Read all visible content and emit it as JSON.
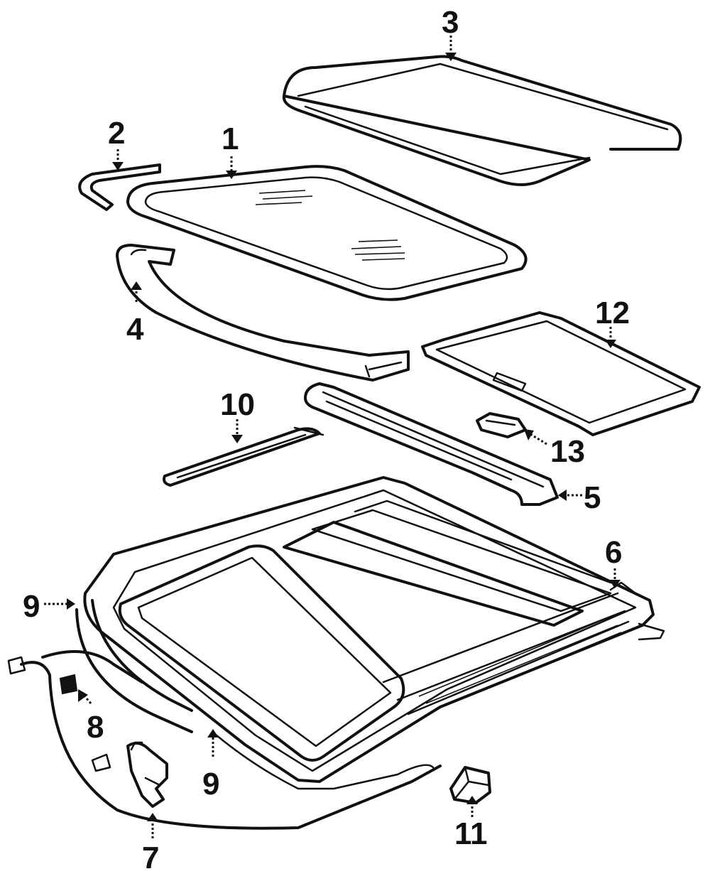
{
  "callouts": [
    {
      "id": "1",
      "label": "1"
    },
    {
      "id": "2",
      "label": "2"
    },
    {
      "id": "3",
      "label": "3"
    },
    {
      "id": "4",
      "label": "4"
    },
    {
      "id": "5",
      "label": "5"
    },
    {
      "id": "6",
      "label": "6"
    },
    {
      "id": "7",
      "label": "7"
    },
    {
      "id": "8",
      "label": "8"
    },
    {
      "id": "9a",
      "label": "9"
    },
    {
      "id": "9b",
      "label": "9"
    },
    {
      "id": "10",
      "label": "10"
    },
    {
      "id": "11",
      "label": "11"
    },
    {
      "id": "12",
      "label": "12"
    },
    {
      "id": "13",
      "label": "13"
    }
  ],
  "colors": {
    "ink": "#111111",
    "background": "#ffffff"
  }
}
